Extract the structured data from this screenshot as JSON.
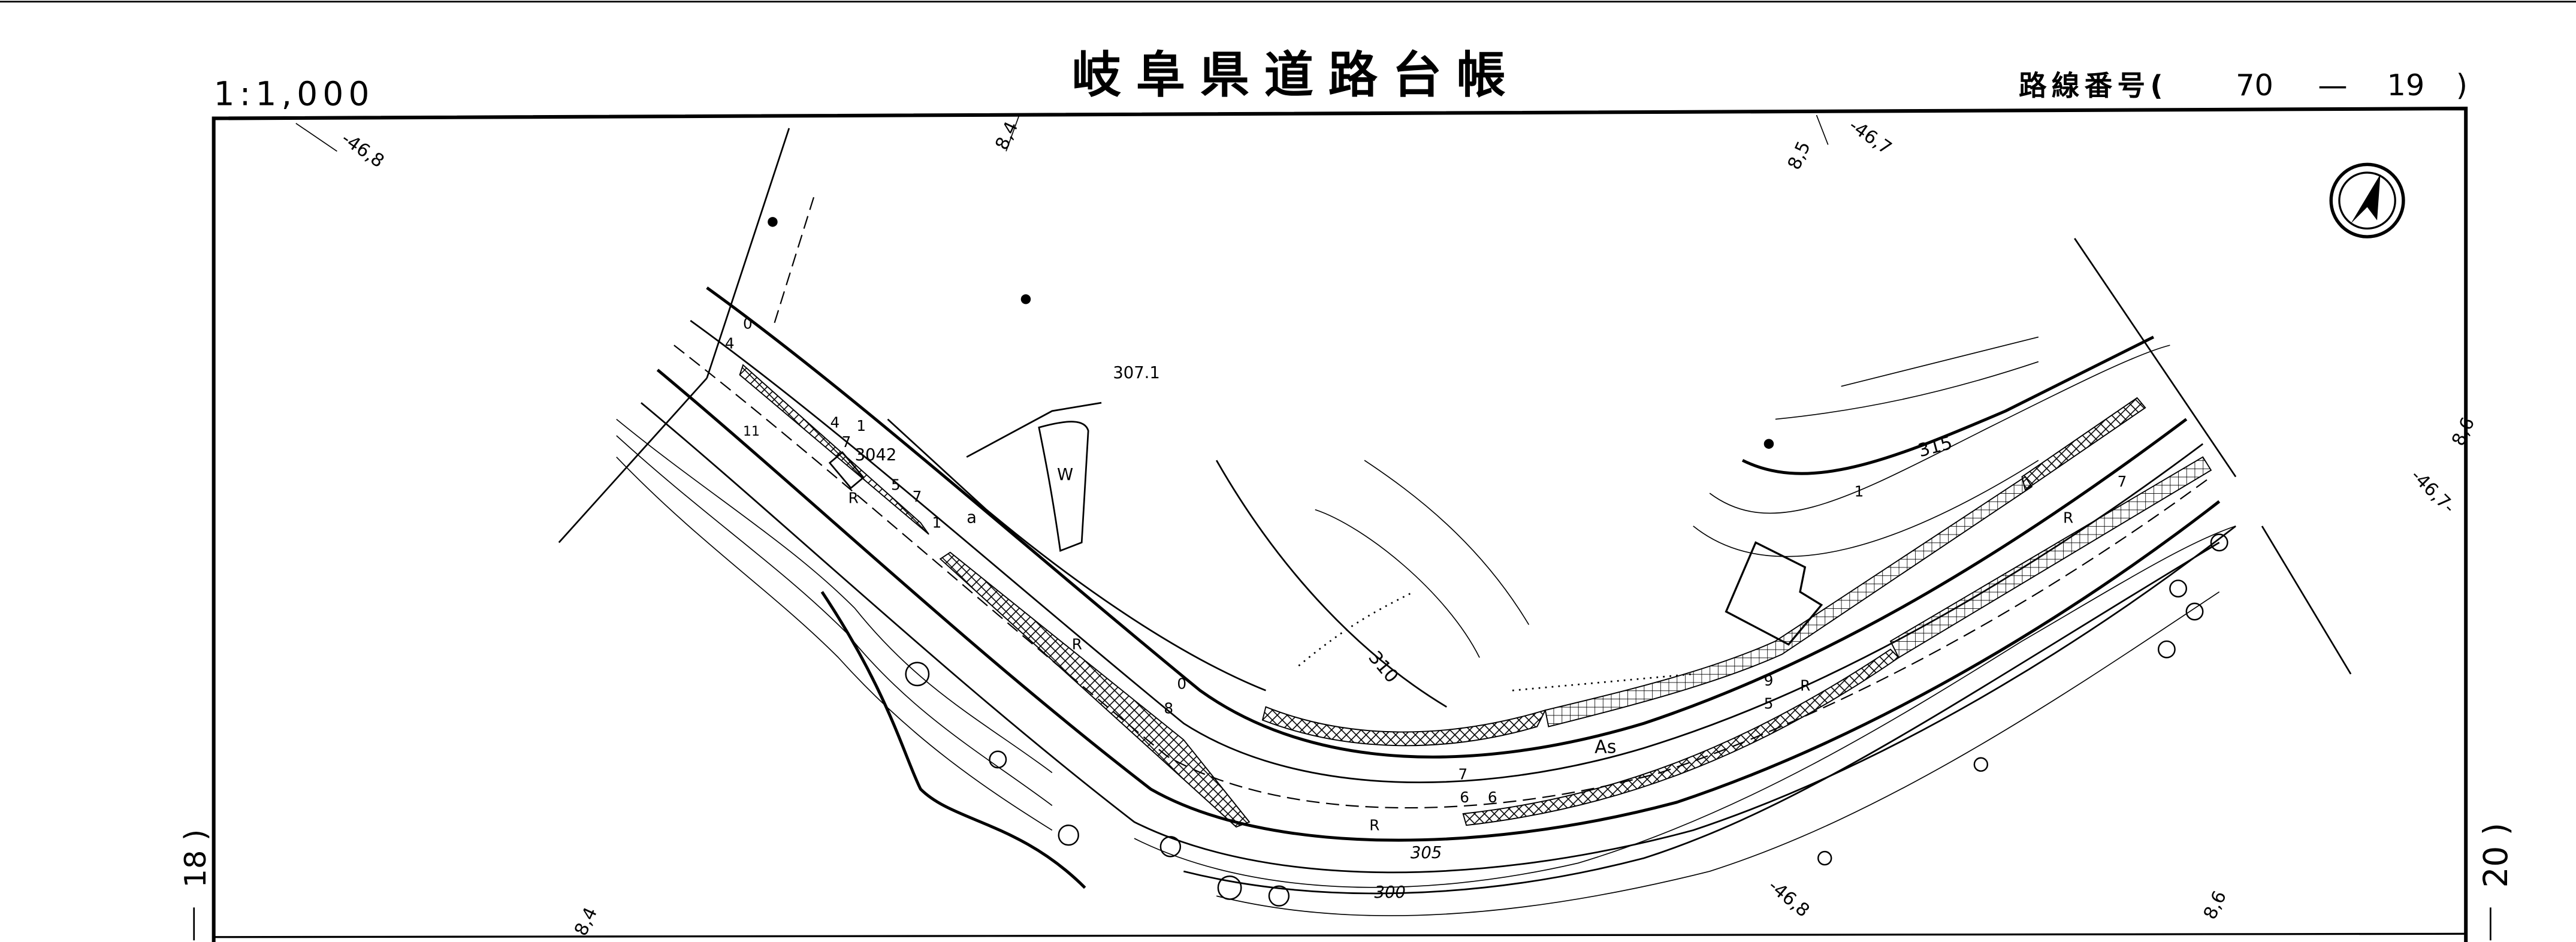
{
  "header": {
    "title": "岐阜県道路台帳",
    "scale": "1:1,000",
    "route_label": "路線番号(",
    "route_number": "70",
    "route_dash": "—",
    "sheet_number": "19",
    "route_close": ")"
  },
  "adjacent_sheets": {
    "left": "18 )",
    "right": "20 )"
  },
  "grid_coordinates": {
    "top_left": "-46,8",
    "top_8_4": "8,4",
    "top_8_5": "8,5",
    "top_46_7": "-46,7",
    "right_8_6": "8,6",
    "right_46_7": "-46,7-",
    "bottom_8_4": "8,4",
    "bottom_46_8": "-46,8",
    "bottom_8_6": "8,6"
  },
  "map_labels": {
    "elev_307": "307.1",
    "elev_3042": "3042",
    "contour_310": "310",
    "contour_315": "315",
    "contour_305": "305",
    "contour_300": "300",
    "pavement": "As",
    "water": "W",
    "road_R1": "R",
    "road_R2": "R",
    "road_R3": "R",
    "road_R4": "R",
    "road_R5": "R",
    "width_a": "4",
    "width_b": "0",
    "width_c": "4",
    "width_d": "1",
    "width_e": "7",
    "width_f": "5",
    "width_g": "7",
    "width_h": "1",
    "width_i": "a",
    "width_j": "8",
    "width_k": "0",
    "width_l": "7",
    "width_m": "6",
    "width_n": "6",
    "width_o": "9",
    "width_p": "5",
    "width_q": "7",
    "width_r": "1",
    "field_mark": "11"
  },
  "icons": {
    "north_arrow": "north-arrow-icon"
  }
}
